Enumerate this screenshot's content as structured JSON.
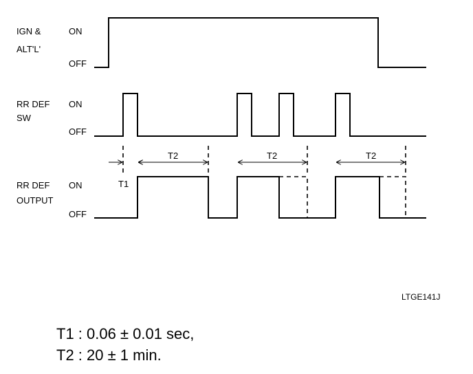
{
  "signals": [
    {
      "label_line1": "IGN &",
      "label_line2": "ALT'L'",
      "on": "ON",
      "off": "OFF"
    },
    {
      "label_line1": "RR DEF",
      "label_line2": "SW",
      "on": "ON",
      "off": "OFF"
    },
    {
      "label_line1": "RR DEF",
      "label_line2": "OUTPUT",
      "on": "ON",
      "off": "OFF"
    }
  ],
  "timing_labels": {
    "t1": "T1",
    "t2": "T2"
  },
  "figure_code": "LTGE141J",
  "notes": [
    "T1 : 0.06 ± 0.01 sec,",
    "T2 : 20 ± 1 min."
  ]
}
